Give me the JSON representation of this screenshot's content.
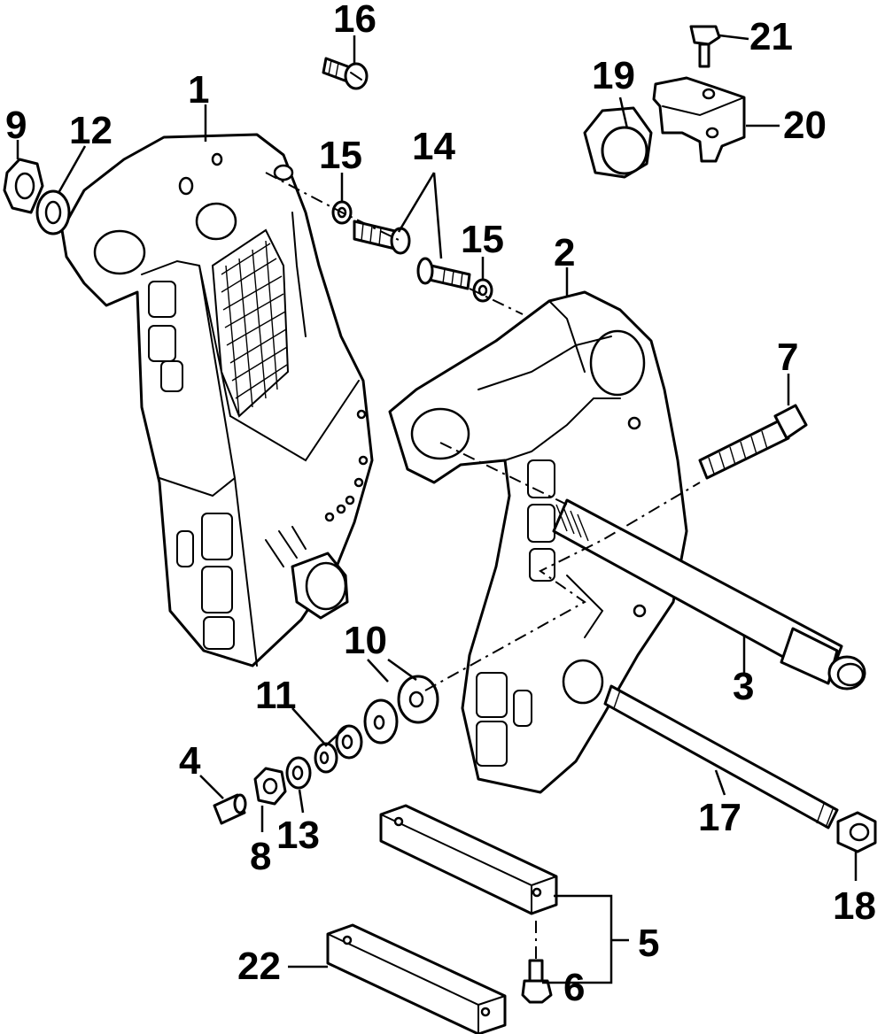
{
  "diagram": {
    "callouts": [
      "1",
      "2",
      "3",
      "4",
      "5",
      "6",
      "7",
      "8",
      "9",
      "10",
      "11",
      "12",
      "13",
      "14",
      "15",
      "15",
      "16",
      "17",
      "18",
      "19",
      "20",
      "21",
      "22"
    ]
  }
}
